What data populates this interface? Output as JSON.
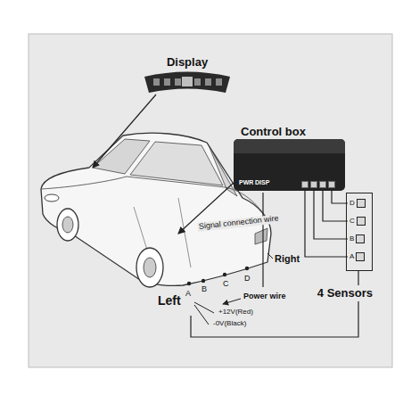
{
  "diagram": {
    "nodes": [
      {
        "text": [
          "Display"
        ]
      },
      {
        "text": [
          "Control box",
          "PWR",
          "DISP"
        ]
      },
      {
        "text": [
          "4 Sensors"
        ]
      },
      {
        "text": [
          "D"
        ],
        "in": 2
      },
      {
        "text": [
          "C"
        ],
        "in": 2
      },
      {
        "text": [
          "B"
        ],
        "in": 2
      },
      {
        "text": [
          "A"
        ],
        "in": 2
      }
    ],
    "edges": [
      {
        "from": 1,
        "to": 3,
        "arrow": "none"
      },
      {
        "from": 1,
        "to": 4,
        "arrow": "none"
      },
      {
        "from": 1,
        "to": 5,
        "arrow": "none"
      },
      {
        "from": 1,
        "to": 6,
        "arrow": "none"
      }
    ],
    "labels": [
      "Signal connection wire",
      "Right",
      "D",
      "C",
      "B",
      "A",
      "Left",
      "Power wire",
      "+12V(Red)",
      "-0V(Black)"
    ]
  }
}
